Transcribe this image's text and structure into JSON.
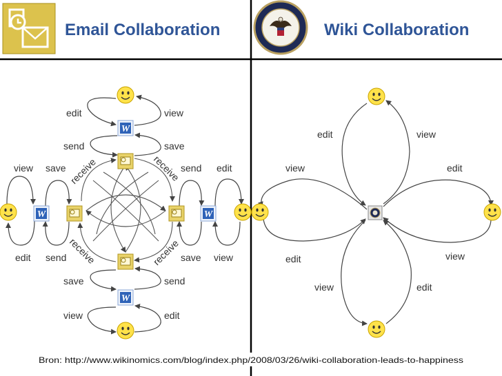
{
  "header": {
    "left_title": "Email Collaboration",
    "right_title": "Wiki Collaboration"
  },
  "email": {
    "top": {
      "edit": "edit",
      "view": "view",
      "send": "send",
      "save": "save"
    },
    "left": {
      "view": "view",
      "save": "save",
      "edit": "edit",
      "send": "send"
    },
    "right": {
      "send": "send",
      "edit": "edit",
      "save": "save",
      "view": "view"
    },
    "bottom": {
      "save": "save",
      "send": "send",
      "view": "view",
      "edit": "edit"
    },
    "receive": "receive"
  },
  "wiki": {
    "top": {
      "edit": "edit",
      "view": "view"
    },
    "left": {
      "view": "view",
      "edit": "edit"
    },
    "right": {
      "edit": "edit",
      "view": "view"
    },
    "bottom": {
      "view": "view",
      "edit": "edit"
    }
  },
  "caption": "Bron: http://www.wikinomics.com/blog/index.php/2008/03/26/wiki-collaboration-leads-to-happiness",
  "colors": {
    "title": "#2f5597",
    "outlook_gold": "#d9c04a",
    "word_blue": "#2f63b8",
    "smiley": "#ffe24a",
    "seal_navy": "#1e2a55"
  }
}
